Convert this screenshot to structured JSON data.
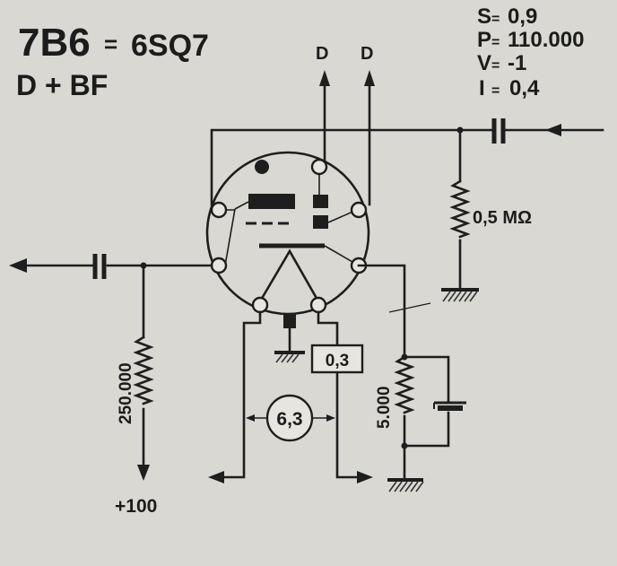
{
  "tube": {
    "type": "7B6",
    "equiv_sep": "=",
    "equivalent": "6SQ7",
    "function": "D + BF"
  },
  "params": [
    {
      "label": "S",
      "value": "0,9"
    },
    {
      "label": "P",
      "value": "110.000"
    },
    {
      "label": "V",
      "value": "-1"
    },
    {
      "label": "I",
      "value": "0,4"
    }
  ],
  "labels": {
    "diode_1": "D",
    "diode_2": "D",
    "grid_resistor": "0,5 MΩ",
    "plate_resistor": "250.000",
    "bplus": "+100",
    "cathode_resistor": "5.000",
    "heater_current": "0,3",
    "heater_voltage": "6,3"
  },
  "colors": {
    "ink": "#1e1e1e",
    "paper": "#d9d8d2",
    "ground_hatch": "#333333"
  }
}
